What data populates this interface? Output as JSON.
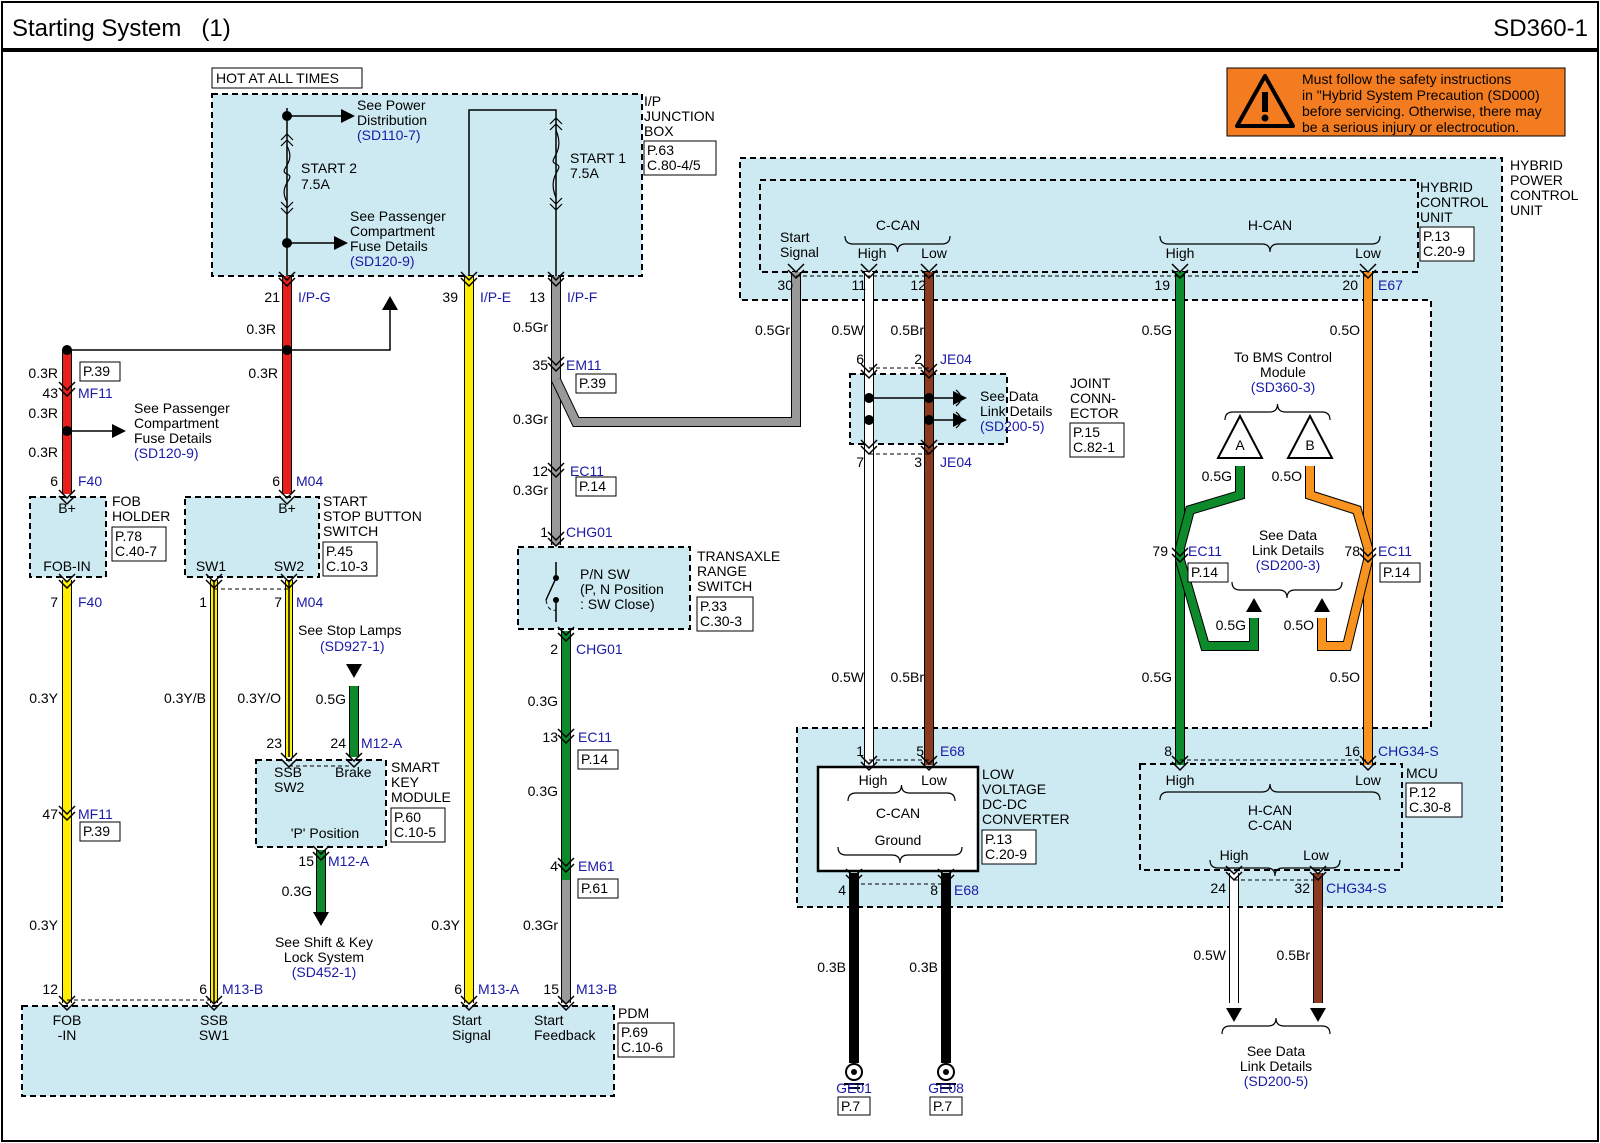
{
  "header": {
    "title": "Starting System   (1)",
    "code": "SD360-1"
  },
  "warning": {
    "lines": [
      "Must follow the safety instructions",
      "in \"Hybrid System Precaution (SD000)",
      "before servicing. Otherwise, there may",
      "be a serious injury or electrocution."
    ],
    "color": "#f47c20"
  },
  "colors": {
    "red": "#e8201c",
    "yellow": "#ffee00",
    "gray": "#999999",
    "green": "#0d8a2c",
    "brown": "#8b3a1f",
    "orange": "#f7931e",
    "black": "#000000",
    "white": "#ffffff",
    "box_fill": "#cdeaf2",
    "link": "#1a1aa8"
  },
  "hot": "HOT AT ALL TIMES",
  "ipjb": {
    "name": [
      "I/P",
      "JUNCTION",
      "BOX"
    ],
    "ref": [
      "P.63",
      "C.80-4/5"
    ],
    "power_dist": [
      "See Power",
      "Distribution"
    ],
    "power_dist_link": "(SD110-7)",
    "start2": [
      "START 2",
      "7.5A"
    ],
    "start1": [
      "START 1",
      "7.5A"
    ],
    "pcfd": [
      "See Passenger",
      "Compartment",
      "Fuse Details"
    ],
    "pcfd_link": "(SD120-9)"
  },
  "pins": {
    "p21": "21",
    "ipg": "I/P-G",
    "p39": "39",
    "ipe": "I/P-E",
    "p13": "13",
    "ipf": "I/P-F",
    "p43": "43",
    "mf11": "MF11",
    "p6a": "6",
    "f40": "F40",
    "p7a": "7",
    "f40b": "F40",
    "p47": "47",
    "mf11b": "MF11",
    "p12": "12",
    "p6b": "6",
    "m04": "M04",
    "p1": "1",
    "p7b": "7",
    "m04b": "M04",
    "p23": "23",
    "p24": "24",
    "m12a": "M12-A",
    "p15a": "15",
    "m12a2": "M12-A",
    "p6c": "6",
    "m13b": "M13-B",
    "p6d": "6",
    "m13a": "M13-A",
    "p15b": "15",
    "m13b2": "M13-B",
    "p35": "35",
    "em11": "EM11",
    "p12b": "12",
    "ec11": "EC11",
    "p1b": "1",
    "chg01": "CHG01",
    "p2": "2",
    "chg01b": "CHG01",
    "p13b": "13",
    "ec11b": "EC11",
    "p4": "4",
    "em61": "EM61",
    "p30": "30",
    "p11": "11",
    "p12c": "12",
    "p19": "19",
    "p20": "20",
    "e67": "E67",
    "p6e": "6",
    "p2b": "2",
    "je04": "JE04",
    "p7c": "7",
    "p3": "3",
    "je04b": "JE04",
    "p79": "79",
    "ec11c": "EC11",
    "p78": "78",
    "ec11d": "EC11",
    "p1c": "1",
    "p5": "5",
    "e68": "E68",
    "p4b": "4",
    "p8": "8",
    "e68b": "E68",
    "p8b": "8",
    "p16": "16",
    "chg34s": "CHG34-S",
    "p24b": "24",
    "p32": "32",
    "chg34s2": "CHG34-S"
  },
  "wires": {
    "r03a": "0.3R",
    "r03b": "0.3R",
    "r03c": "0.3R",
    "r03d": "0.3R",
    "r03e": "0.3R",
    "y03a": "0.3Y",
    "y03b": "0.3Y",
    "y03c": "0.3Y",
    "yb": "0.3Y/B",
    "yo": "0.3Y/O",
    "g05a": "0.5G",
    "g03a": "0.3G",
    "gr05": "0.5Gr",
    "gr03a": "0.3Gr",
    "gr03b": "0.3Gr",
    "gr03c": "0.3Gr",
    "g03b": "0.3G",
    "g03c": "0.3G",
    "gr05b": "0.5Gr",
    "w05a": "0.5W",
    "br05a": "0.5Br",
    "w05b": "0.5W",
    "br05b": "0.5Br",
    "g05b": "0.5G",
    "o05a": "0.5O",
    "g05c": "0.5G",
    "o05b": "0.5O",
    "g05d": "0.5G",
    "o05c": "0.5O",
    "g05e": "0.5G",
    "o05d": "0.5O",
    "b03a": "0.3B",
    "b03b": "0.3B",
    "w05c": "0.5W",
    "br05c": "0.5Br"
  },
  "refs": {
    "p39a": "P.39",
    "p39b": "P.39",
    "p39c": "P.39",
    "p14a": "P.14",
    "p14b": "P.14",
    "p14c": "P.14",
    "p14d": "P.14",
    "p61": "P.61"
  },
  "fob": {
    "name": [
      "FOB",
      "HOLDER"
    ],
    "ref": [
      "P.78",
      "C.40-7"
    ],
    "bplus": "B+",
    "pin": "FOB-IN",
    "side_link": "(SD120-9)",
    "side": [
      "See Passenger",
      "Compartment",
      "Fuse Details"
    ]
  },
  "ssb": {
    "name": [
      "START",
      "STOP BUTTON",
      "SWITCH"
    ],
    "ref": [
      "P.45",
      "C.10-3"
    ],
    "bplus": "B+",
    "sw1": "SW1",
    "sw2": "SW2"
  },
  "stop_lamps": {
    "text": "See Stop Lamps",
    "link": "(SD927-1)"
  },
  "smk": {
    "name": [
      "SMART",
      "KEY",
      "MODULE"
    ],
    "ref": [
      "P.60",
      "C.10-5"
    ],
    "ssb": "SSB",
    "sw2": "SW2",
    "brake": "Brake",
    "ppos": "'P' Position"
  },
  "shift": {
    "lines": [
      "See Shift & Key",
      "Lock System"
    ],
    "link": "(SD452-1)"
  },
  "pdm": {
    "name": "PDM",
    "ref": [
      "P.69",
      "C.10-6"
    ],
    "fob": [
      "FOB",
      "-IN"
    ],
    "ssb": [
      "SSB",
      "SW1"
    ],
    "ss": [
      "Start",
      "Signal"
    ],
    "sf": [
      "Start",
      "Feedback"
    ]
  },
  "trs": {
    "name": [
      "TRANSAXLE",
      "RANGE",
      "SWITCH"
    ],
    "ref": [
      "P.33",
      "C.30-3"
    ],
    "lines": [
      "P/N SW",
      "(P, N Position",
      ": SW Close)"
    ]
  },
  "hpcu": {
    "name": [
      "HYBRID",
      "POWER",
      "CONTROL",
      "UNIT"
    ]
  },
  "hcu": {
    "name": [
      "HYBRID",
      "CONTROL",
      "UNIT"
    ],
    "ref": [
      "P.13",
      "C.20-9"
    ],
    "start": [
      "Start",
      "Signal"
    ],
    "ccan": "C-CAN",
    "hcan": "H-CAN",
    "high": "High",
    "low": "Low",
    "high2": "High",
    "low2": "Low"
  },
  "jc": {
    "name": [
      "JOINT",
      "CONN-",
      "ECTOR"
    ],
    "ref": [
      "P.15",
      "C.82-1"
    ],
    "see": [
      "See Data",
      "Link Details"
    ],
    "link": "(SD200-5)"
  },
  "bms": {
    "lines": [
      "To BMS Control",
      "Module"
    ],
    "link": "(SD360-3)",
    "a": "A",
    "b": "B"
  },
  "dl3": {
    "lines": [
      "See Data",
      "Link Details"
    ],
    "link": "(SD200-3)"
  },
  "ldc": {
    "name": [
      "LOW",
      "VOLTAGE",
      "DC-DC",
      "CONVERTER"
    ],
    "ref": [
      "P.13",
      "C.20-9"
    ],
    "high": "High",
    "low": "Low",
    "ccan": "C-CAN",
    "ground": "Ground"
  },
  "mcu": {
    "name": "MCU",
    "ref": [
      "P.12",
      "C.30-8"
    ],
    "high": "High",
    "low": "Low",
    "hcan": "H-CAN",
    "ccan": "C-CAN",
    "high2": "High",
    "low2": "Low"
  },
  "grounds": {
    "ge01": "GE01",
    "ge08": "GE08",
    "p7a": "P.7",
    "p7b": "P.7"
  },
  "dl5": {
    "lines": [
      "See Data",
      "Link Details"
    ],
    "link": "(SD200-5)"
  }
}
